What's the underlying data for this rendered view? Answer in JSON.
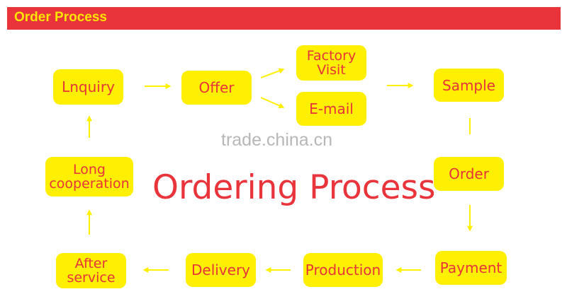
{
  "header": {
    "title": "Order Process"
  },
  "watermark": "trade.china.cn",
  "main_title": "Ordering Process",
  "colors": {
    "header_bg": "#e8343a",
    "header_text": "#ffe500",
    "node_bg": "#ffef00",
    "node_text": "#e8343a",
    "arrow": "#ffef00",
    "watermark": "#b7b7b7"
  },
  "nodes": {
    "inquiry": "Lnquiry",
    "offer": "Offer",
    "factory_visit": "Factory\nVisit",
    "email": "E-mail",
    "sample": "Sample",
    "order": "Order",
    "payment": "Payment",
    "production": "Production",
    "delivery": "Delivery",
    "after_service": "After\nservice",
    "long_cooperation": "Long\ncooperation"
  }
}
